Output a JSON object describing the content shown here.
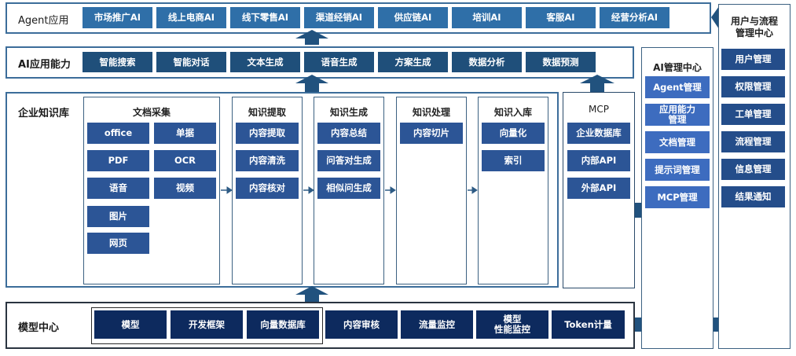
{
  "layers": {
    "agent": {
      "title": "Agent应用",
      "items": [
        "市场推广AI",
        "线上电商AI",
        "线下零售AI",
        "渠道经销AI",
        "供应链AI",
        "培训AI",
        "客服AI",
        "经营分析AI"
      ]
    },
    "capability": {
      "title": "AI应用能力",
      "items": [
        "智能搜索",
        "智能对话",
        "文本生成",
        "语音生成",
        "方案生成",
        "数据分析",
        "数据预测"
      ]
    },
    "knowledge": {
      "title": "企业知识库",
      "collect": {
        "title": "文档采集",
        "col1": [
          "office",
          "PDF",
          "语音",
          "图片",
          "网页"
        ],
        "col2": [
          "单据",
          "OCR",
          "视频"
        ]
      },
      "extract": {
        "title": "知识提取",
        "items": [
          "内容提取",
          "内容清洗",
          "内容核对"
        ]
      },
      "generate": {
        "title": "知识生成",
        "items": [
          "内容总结",
          "问答对生成",
          "相似问生成"
        ]
      },
      "process": {
        "title": "知识处理",
        "items": [
          "内容切片"
        ]
      },
      "store": {
        "title": "知识入库",
        "items": [
          "向量化",
          "索引"
        ]
      }
    },
    "mcp": {
      "title": "MCP",
      "items": [
        "企业数据库",
        "内部API",
        "外部API"
      ]
    },
    "model": {
      "title": "模型中心",
      "group": [
        "模型",
        "开发框架",
        "向量数据库"
      ],
      "items": [
        "内容审核",
        "流量监控",
        "模型\n性能监控",
        "Token计量"
      ]
    }
  },
  "ai_mgmt": {
    "title": "AI管理中心",
    "items": [
      "Agent管理",
      "应用能力\n管理",
      "文档管理",
      "提示词管理",
      "MCP管理"
    ]
  },
  "user_mgmt": {
    "title": "用户与流程\n管理中心",
    "items": [
      "用户管理",
      "权限管理",
      "工单管理",
      "流程管理",
      "信息管理",
      "结果通知"
    ]
  },
  "colors": {
    "agent": "#2f6fa8",
    "capability": "#1f4f7a",
    "knowledge": "#2c5596",
    "model": "#0d2a5e",
    "ai_mgmt": "#3d6cbf",
    "user_mgmt": "#244d8a",
    "arrow": "#21527e"
  }
}
